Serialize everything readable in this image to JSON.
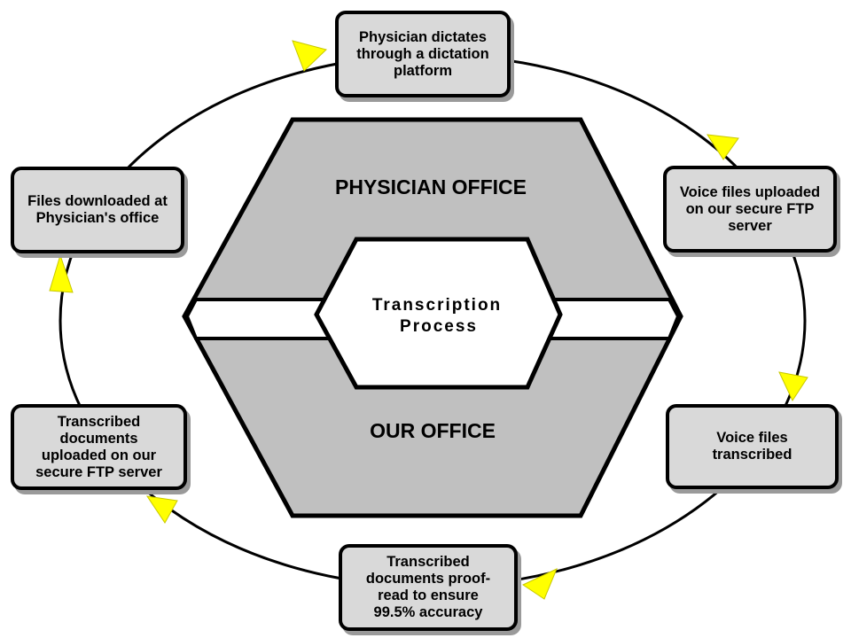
{
  "center": {
    "top_label": "PHYSICIAN OFFICE",
    "bottom_label": "OUR OFFICE",
    "core_line1": "Transcription",
    "core_line2": "Process"
  },
  "steps": [
    {
      "text": "Physician dictates\nthrough a dictation\nplatform"
    },
    {
      "text": "Voice files uploaded\non our secure FTP\nserver"
    },
    {
      "text": "Voice files\ntranscribed"
    },
    {
      "text": "Transcribed\ndocuments proof-\nread to ensure\n99.5% accuracy"
    },
    {
      "text": "Transcribed\ndocuments\nuploaded on our\nsecure FTP server"
    },
    {
      "text": "Files downloaded at\nPhysician's office"
    }
  ],
  "colors": {
    "box_fill": "#d9d9d9",
    "hexagon_fill": "#c0c0c0",
    "arrow_fill": "#ffff00",
    "outline": "#000000"
  }
}
